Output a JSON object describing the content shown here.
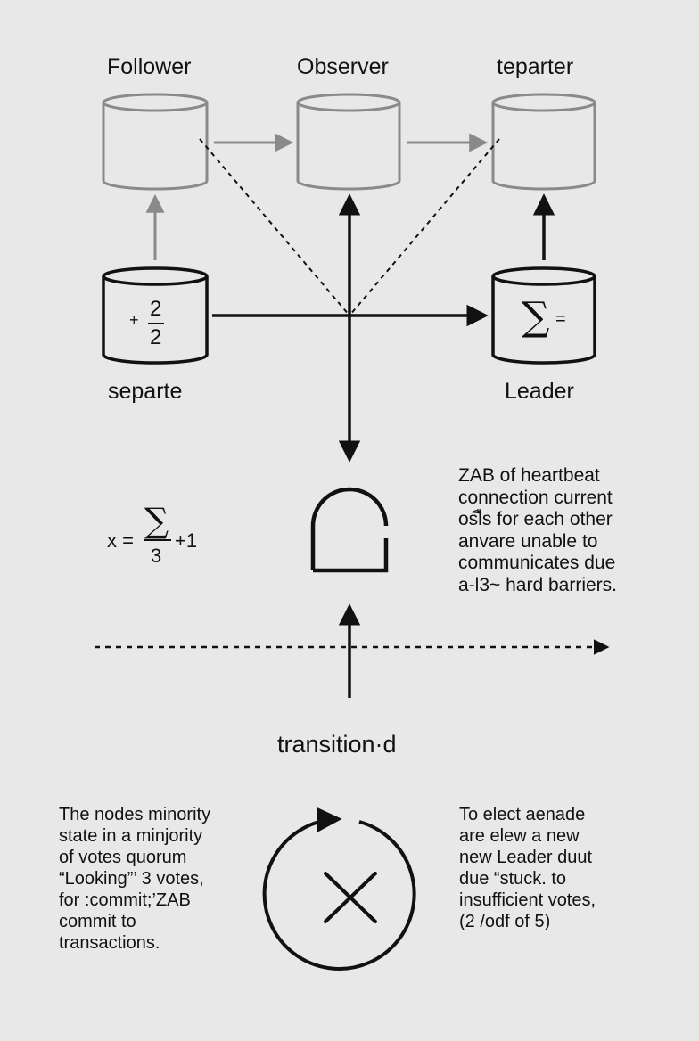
{
  "nodes": {
    "follower": {
      "label": "Follower"
    },
    "observer": {
      "label": "Observer"
    },
    "teparter": {
      "label": "teparter"
    },
    "separter": {
      "label": "separte",
      "formula_top": "2",
      "formula_bottom": "2",
      "formula_prefix": "+"
    },
    "leader": {
      "label": "Leader",
      "symbol": "∑",
      "suffix": "="
    }
  },
  "formula": {
    "lhs": "x =",
    "sigma": "∑",
    "denominator": "3",
    "rhs": "+1"
  },
  "notes": {
    "right_top": [
      "ZAB of heartbeat",
      "connection current",
      "oslืs for each other",
      "anvare unable to",
      "communicates due",
      "a-l3~ hard barriers."
    ],
    "left_bottom": [
      "The nodes minority",
      "state in a minjority",
      "of votes quorum",
      "“Looking”’ 3 votes,",
      "for :commit;’ZAB",
      "commit to",
      "transactions."
    ],
    "right_bottom": [
      "To elect aenade",
      "are elew a new",
      "new Leader duut",
      "due “stuck. to",
      "insufficient votes,",
      "(2 /odf of 5)"
    ]
  },
  "transition": {
    "label": "transition·d"
  },
  "colors": {
    "background": "#e8e8e8",
    "ink": "#111111",
    "inactive": "#8a8a8a"
  }
}
